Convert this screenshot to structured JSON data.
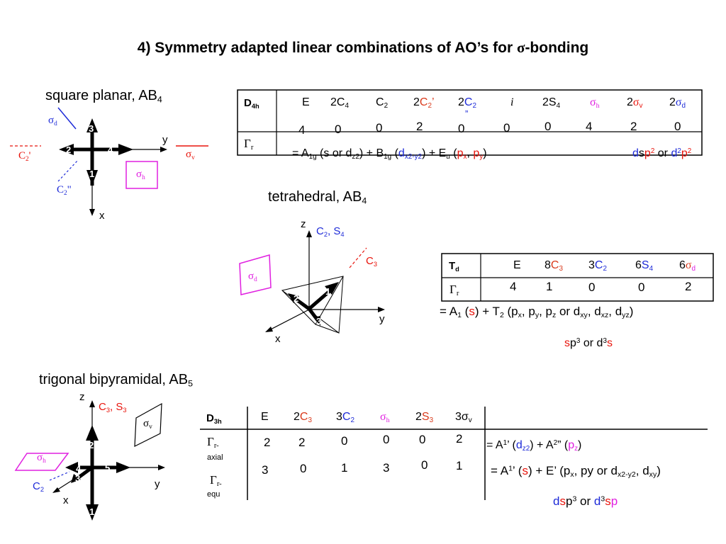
{
  "title": {
    "prefix": "4) Symmetry adapted linear combinations of AO’s for ",
    "sigma": "σ",
    "suffix": "-bonding"
  },
  "square_planar": {
    "label": "square planar, AB",
    "label_sub": "4",
    "axes": {
      "y": "y",
      "x": "x"
    },
    "sigma_d": {
      "s": "σ",
      "sub": "d"
    },
    "sigma_v": {
      "s": "σ",
      "sub": "v"
    },
    "sigma_h": {
      "s": "σ",
      "sub": "h"
    },
    "c2p": "C",
    "c2p_sub": "2",
    "c2p_prime": "'",
    "c2pp": "C",
    "c2pp_sub": "2",
    "c2pp_prime": "\"",
    "atoms": [
      "1",
      "2",
      "3",
      "4"
    ],
    "table": {
      "group": "D",
      "group_sub": "4h",
      "ops": [
        {
          "pre": "E"
        },
        {
          "pre": "2C",
          "sub": "4"
        },
        {
          "pre": "C",
          "sub": "2"
        },
        {
          "pre": "2",
          "c": "C",
          "sub": "2",
          "post": "’"
        },
        {
          "pre": "2",
          "c": "C",
          "sub": "2",
          "post": "”"
        },
        {
          "pre": "i"
        },
        {
          "pre": "2S",
          "sub": "4"
        },
        {
          "c": "σ",
          "sub": "h"
        },
        {
          "pre": "2",
          "c": "σ",
          "sub": "v"
        },
        {
          "pre": "2",
          "c": "σ",
          "sub": "d"
        }
      ],
      "gamma": "Γ",
      "gamma_sub": "r",
      "values": [
        "4",
        "0",
        "0",
        "2",
        "0",
        "0",
        "0",
        "4",
        "2",
        "0"
      ],
      "decomp": {
        "a": "= A",
        "a_sub": "1g",
        "a_txt": " (s or d",
        "a_dsub": "z2",
        "a_close": ") + B",
        "b_sub": "1g",
        "b_open": " (",
        "b_d": "d",
        "b_dsub": "x2-y2",
        "b_close": ") + E",
        "e_sub": "u",
        "e_open": " (",
        "px": "p",
        "px_sub": "x",
        "comma": ", ",
        "py": "p",
        "py_sub": "y",
        "e_close": ")"
      },
      "hybrid": {
        "d1": "d",
        "s1": "s",
        "p1": "p",
        "p1_sup": "2",
        "or": " or ",
        "d2": "d",
        "d2_sup": "2",
        "p2": "p",
        "p2_sup": "2"
      }
    }
  },
  "tetrahedral": {
    "label": "tetrahedral, AB",
    "label_sub": "4",
    "axes": {
      "z": "z",
      "y": "y",
      "x": "x"
    },
    "c2s4": {
      "c": "C",
      "c_sub": "2",
      "sep": ", ",
      "s": "S",
      "s_sub": "4"
    },
    "c3": {
      "c": "C",
      "sub": "3"
    },
    "sigma_d": {
      "s": "σ",
      "sub": "d"
    },
    "atoms": [
      "1",
      "2",
      "3"
    ],
    "table": {
      "group": "T",
      "group_sub": "d",
      "ops": [
        {
          "pre": "E"
        },
        {
          "pre": "8",
          "c": "C",
          "sub": "3"
        },
        {
          "pre": "3",
          "c": "C",
          "sub": "2"
        },
        {
          "pre": "6",
          "c": "S",
          "sub": "4"
        },
        {
          "pre": "6",
          "c": "σ",
          "sub": "d"
        }
      ],
      "gamma": "Γ",
      "gamma_sub": "r",
      "values": [
        "4",
        "1",
        "0",
        "0",
        "2"
      ],
      "decomp": {
        "a": "= A",
        "a_sub": "1",
        "open": " (",
        "s": "s",
        "close": ") + T",
        "t_sub": "2",
        "rest1": " (p",
        "px": "x",
        "r2": ", p",
        "py": "y",
        "r3": ", p",
        "pz": "z",
        "r4": " or d",
        "dxy": "xy",
        "r5": ", d",
        "dxz": "xz",
        "r6": ", d",
        "dyz": "yz",
        "r7": ")"
      },
      "hybrid": {
        "s1": "s",
        "p": "p",
        "p_sup": "3",
        "or": " or d",
        "d_sup": "3",
        "s2": "s"
      }
    }
  },
  "tbp": {
    "label": "trigonal bipyramidal, AB",
    "label_sub": "5",
    "axes": {
      "z": "z",
      "y": "y",
      "x": "x"
    },
    "c3s3": {
      "c": "C",
      "c_sub": "3",
      "sep": ", ",
      "s": "S",
      "s_sub": "3"
    },
    "sigma_v": {
      "s": "σ",
      "sub": "v"
    },
    "sigma_h": {
      "s": "σ",
      "sub": "h"
    },
    "c2": {
      "c": "C",
      "sub": "2"
    },
    "atoms": [
      "1",
      "2",
      "3",
      "4",
      "5"
    ],
    "table": {
      "group": "D",
      "group_sub": "3h",
      "ops": [
        {
          "pre": "E"
        },
        {
          "pre": "2",
          "c": "C",
          "sub": "3"
        },
        {
          "pre": "3",
          "c": "C",
          "sub": "2"
        },
        {
          "c": "σ",
          "sub": "h"
        },
        {
          "pre": "2",
          "c": "S",
          "sub": "3"
        },
        {
          "pre": "3σ",
          "sub": "v"
        }
      ],
      "gamma_axial": {
        "g": "Γ",
        "sub": "r-",
        "word": "axial"
      },
      "gamma_equ": {
        "g": "Γ",
        "sub": "r-",
        "word": "equ"
      },
      "values_axial": [
        "2",
        "2",
        "0",
        "0",
        "0",
        "2"
      ],
      "values_equ": [
        "3",
        "0",
        "1",
        "3",
        "0",
        "1"
      ],
      "decomp_axial": {
        "a": "= A",
        "a_sup": "1",
        "a_p": "’ (",
        "d": "d",
        "d_sub": "z2",
        "mid": ") + A",
        "b_sup": "2",
        "b_p": "” (",
        "p": "p",
        "p_sub": "z",
        "close": ")"
      },
      "decomp_equ": {
        "a": "= A",
        "a_sup": "1",
        "a_p": "’ (",
        "s": "s",
        "mid": ") + E’ (p",
        "px": "x",
        "r1": ", py or d",
        "dx": "x2-y2",
        "r2": ", d",
        "dxy": "xy",
        "close": ")"
      },
      "hybrid": {
        "d1": "d",
        "s1": "s",
        "p1": "p",
        "p1_sup": "3",
        "or": " or ",
        "d2": "d",
        "d2_sup": "3",
        "s2": "s",
        "p2": "p"
      }
    }
  }
}
